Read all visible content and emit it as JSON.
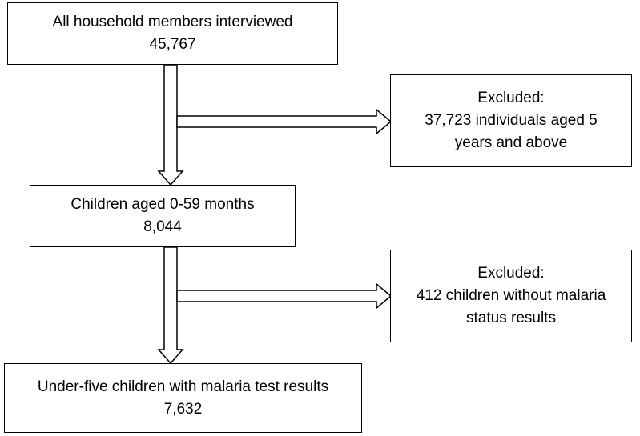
{
  "flowchart": {
    "all_members": {
      "label": "All household members interviewed",
      "count": "45,767"
    },
    "excluded_1": {
      "heading": "Excluded:",
      "line1": "37,723 individuals aged 5",
      "line2": "years and above"
    },
    "children": {
      "label": "Children aged 0-59 months",
      "count": "8,044"
    },
    "excluded_2": {
      "heading": "Excluded:",
      "line1": "412 children without malaria",
      "line2": "status results"
    },
    "final": {
      "label": "Under-five children with malaria test results",
      "count": "7,632"
    }
  },
  "colors": {
    "stroke": "#000000",
    "fill": "#ffffff"
  }
}
